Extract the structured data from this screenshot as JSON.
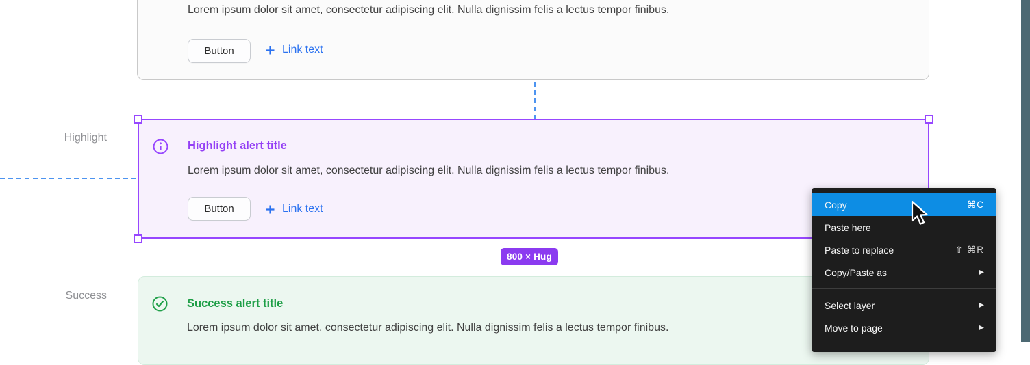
{
  "colors": {
    "selection_purple": "#9747ff",
    "highlight_bg": "#f8f1fd",
    "highlight_title": "#9440f5",
    "success_bg": "#ecf7f0",
    "success_green": "#21a04a",
    "link_blue": "#2b72f0",
    "menu_bg": "#1d1d1d",
    "menu_highlight_blue": "#0d8de4",
    "badge_purple": "#8b3bf0",
    "side_strip_teal": "#4d6973",
    "guide_blue": "#4d94f0",
    "body_text": "#414141",
    "label_gray": "#8f9094"
  },
  "labels": {
    "highlight": "Highlight",
    "success": "Success"
  },
  "alerts": {
    "top": {
      "body": "Lorem ipsum dolor sit amet, consectetur adipiscing elit. Nulla dignissim felis a lectus tempor finibus.",
      "button": "Button",
      "link": "Link text"
    },
    "highlight": {
      "title": "Highlight alert title",
      "body": "Lorem ipsum dolor sit amet, consectetur adipiscing elit. Nulla dignissim felis a lectus tempor finibus.",
      "button": "Button",
      "link": "Link text"
    },
    "success": {
      "title": "Success alert title",
      "body": "Lorem ipsum dolor sit amet, consectetur adipiscing elit. Nulla dignissim felis a lectus tempor finibus."
    }
  },
  "size_badge": {
    "label": "800 × Hug"
  },
  "context_menu": {
    "items": [
      {
        "label": "Copy",
        "shortcut": "⌘C",
        "highlighted": true
      },
      {
        "label": "Paste here",
        "shortcut": ""
      },
      {
        "label": "Paste to replace",
        "shortcut": "⇧ ⌘R"
      },
      {
        "label": "Copy/Paste as",
        "submenu": "▶"
      },
      {
        "label": "Select layer",
        "submenu": "▶"
      },
      {
        "label": "Move to page",
        "submenu": "▶"
      }
    ]
  },
  "icons": {
    "highlight_alert": "info-circle-icon",
    "success_alert": "check-circle-icon",
    "links": "plus-icon",
    "submenu": "chevron-right-icon",
    "pointer": "arrow-cursor-icon"
  }
}
